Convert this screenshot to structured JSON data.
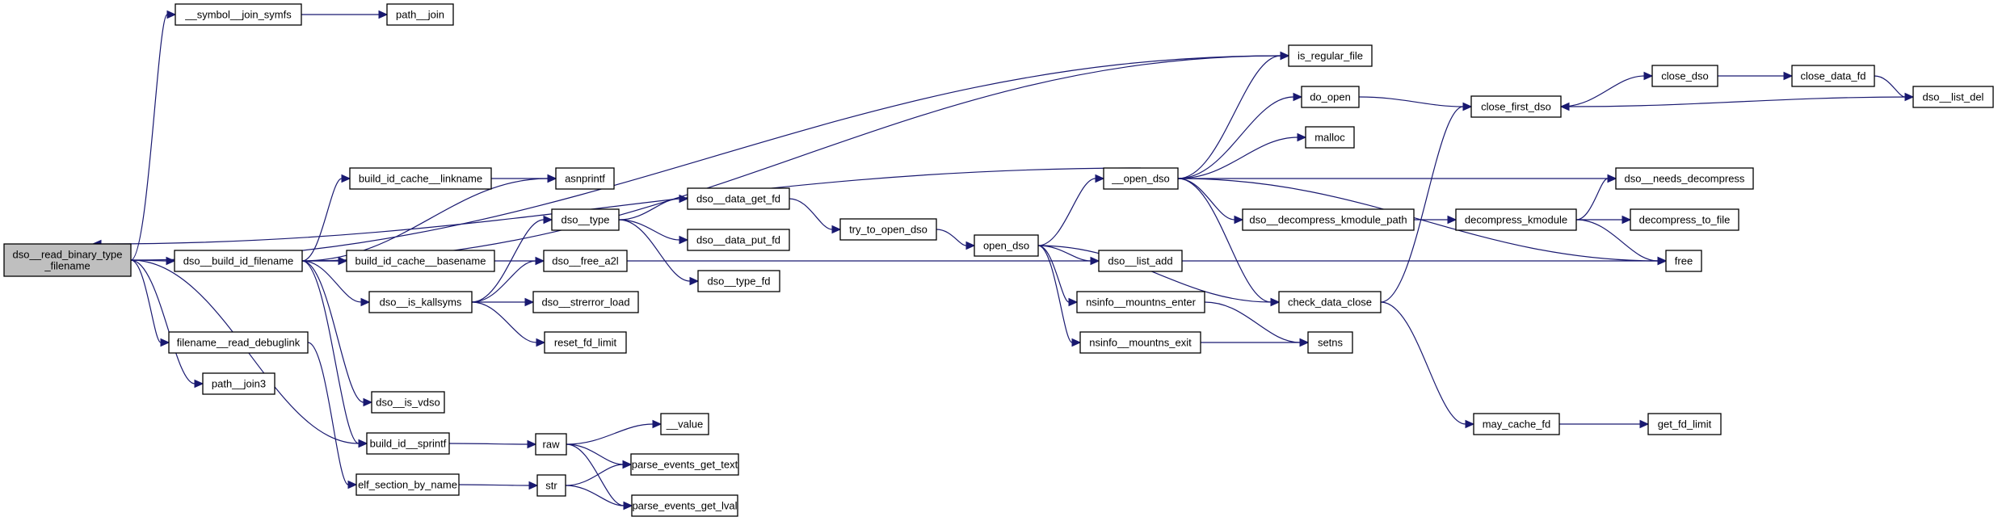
{
  "diagram": {
    "type": "call-graph",
    "root": "dso__read_binary_type_filename",
    "colors": {
      "edge": "#191970",
      "node_fill": "#ffffff",
      "root_fill": "#bfbfbf",
      "border": "#000000"
    },
    "nodes": [
      {
        "id": "root",
        "label_lines": [
          "dso__read_binary_type",
          "_filename"
        ]
      },
      {
        "id": "symbol_join_symfs",
        "label_lines": [
          "__symbol__join_symfs"
        ]
      },
      {
        "id": "path_join",
        "label_lines": [
          "path__join"
        ]
      },
      {
        "id": "dso_build_id_filename",
        "label_lines": [
          "dso__build_id_filename"
        ]
      },
      {
        "id": "filename_read_debuglink",
        "label_lines": [
          "filename__read_debuglink"
        ]
      },
      {
        "id": "path_join3",
        "label_lines": [
          "path__join3"
        ]
      },
      {
        "id": "build_id_cache_linkname",
        "label_lines": [
          "build_id_cache__linkname"
        ]
      },
      {
        "id": "asnprintf",
        "label_lines": [
          "asnprintf"
        ]
      },
      {
        "id": "build_id_cache_basename",
        "label_lines": [
          "build_id_cache__basename"
        ]
      },
      {
        "id": "dso_is_kallsyms",
        "label_lines": [
          "dso__is_kallsyms"
        ]
      },
      {
        "id": "dso_type",
        "label_lines": [
          "dso__type"
        ]
      },
      {
        "id": "dso_free_a2l",
        "label_lines": [
          "dso__free_a2l"
        ]
      },
      {
        "id": "dso_strerror_load",
        "label_lines": [
          "dso__strerror_load"
        ]
      },
      {
        "id": "reset_fd_limit",
        "label_lines": [
          "reset_fd_limit"
        ]
      },
      {
        "id": "dso_is_vdso",
        "label_lines": [
          "dso__is_vdso"
        ]
      },
      {
        "id": "build_id_sprintf",
        "label_lines": [
          "build_id__sprintf"
        ]
      },
      {
        "id": "elf_section_by_name",
        "label_lines": [
          "elf_section_by_name"
        ]
      },
      {
        "id": "raw",
        "label_lines": [
          "raw"
        ]
      },
      {
        "id": "str",
        "label_lines": [
          "str"
        ]
      },
      {
        "id": "value",
        "label_lines": [
          "__value"
        ]
      },
      {
        "id": "parse_events_get_text",
        "label_lines": [
          "parse_events_get_text"
        ]
      },
      {
        "id": "parse_events_get_lval",
        "label_lines": [
          "parse_events_get_lval"
        ]
      },
      {
        "id": "dso_data_get_fd",
        "label_lines": [
          "dso__data_get_fd"
        ]
      },
      {
        "id": "dso_data_put_fd",
        "label_lines": [
          "dso__data_put_fd"
        ]
      },
      {
        "id": "dso_type_fd",
        "label_lines": [
          "dso__type_fd"
        ]
      },
      {
        "id": "try_to_open_dso",
        "label_lines": [
          "try_to_open_dso"
        ]
      },
      {
        "id": "open_dso",
        "label_lines": [
          "open_dso"
        ]
      },
      {
        "id": "open_dso_inner",
        "label_lines": [
          "__open_dso"
        ]
      },
      {
        "id": "dso_list_add",
        "label_lines": [
          "dso__list_add"
        ]
      },
      {
        "id": "nsinfo_mountns_enter",
        "label_lines": [
          "nsinfo__mountns_enter"
        ]
      },
      {
        "id": "nsinfo_mountns_exit",
        "label_lines": [
          "nsinfo__mountns_exit"
        ]
      },
      {
        "id": "is_regular_file",
        "label_lines": [
          "is_regular_file"
        ]
      },
      {
        "id": "do_open",
        "label_lines": [
          "do_open"
        ]
      },
      {
        "id": "malloc",
        "label_lines": [
          "malloc"
        ]
      },
      {
        "id": "dso_decompress_kmodule_path",
        "label_lines": [
          "dso__decompress_kmodule_path"
        ]
      },
      {
        "id": "check_data_close",
        "label_lines": [
          "check_data_close"
        ]
      },
      {
        "id": "setns",
        "label_lines": [
          "setns"
        ]
      },
      {
        "id": "close_first_dso",
        "label_lines": [
          "close_first_dso"
        ]
      },
      {
        "id": "close_dso",
        "label_lines": [
          "close_dso"
        ]
      },
      {
        "id": "close_data_fd",
        "label_lines": [
          "close_data_fd"
        ]
      },
      {
        "id": "dso_list_del",
        "label_lines": [
          "dso__list_del"
        ]
      },
      {
        "id": "dso_needs_decompress",
        "label_lines": [
          "dso__needs_decompress"
        ]
      },
      {
        "id": "decompress_kmodule",
        "label_lines": [
          "decompress_kmodule"
        ]
      },
      {
        "id": "decompress_to_file",
        "label_lines": [
          "decompress_to_file"
        ]
      },
      {
        "id": "free",
        "label_lines": [
          "free"
        ]
      },
      {
        "id": "may_cache_fd",
        "label_lines": [
          "may_cache_fd"
        ]
      },
      {
        "id": "get_fd_limit",
        "label_lines": [
          "get_fd_limit"
        ]
      }
    ],
    "edges": [
      [
        "root",
        "symbol_join_symfs"
      ],
      [
        "symbol_join_symfs",
        "path_join"
      ],
      [
        "root",
        "is_regular_file"
      ],
      [
        "open_dso_inner",
        "root"
      ],
      [
        "root",
        "dso_build_id_filename"
      ],
      [
        "root",
        "filename_read_debuglink"
      ],
      [
        "root",
        "path_join3"
      ],
      [
        "root",
        "build_id_sprintf"
      ],
      [
        "dso_build_id_filename",
        "build_id_cache_linkname"
      ],
      [
        "dso_build_id_filename",
        "asnprintf"
      ],
      [
        "dso_build_id_filename",
        "build_id_cache_basename"
      ],
      [
        "dso_build_id_filename",
        "dso_is_kallsyms"
      ],
      [
        "dso_build_id_filename",
        "dso_is_vdso"
      ],
      [
        "dso_build_id_filename",
        "build_id_sprintf"
      ],
      [
        "dso_build_id_filename",
        "free"
      ],
      [
        "dso_build_id_filename",
        "is_regular_file"
      ],
      [
        "build_id_cache_linkname",
        "asnprintf"
      ],
      [
        "filename_read_debuglink",
        "elf_section_by_name"
      ],
      [
        "dso_is_kallsyms",
        "dso_type"
      ],
      [
        "dso_is_kallsyms",
        "dso_free_a2l"
      ],
      [
        "dso_is_kallsyms",
        "dso_strerror_load"
      ],
      [
        "dso_is_kallsyms",
        "reset_fd_limit"
      ],
      [
        "dso_type",
        "dso_data_get_fd"
      ],
      [
        "dso_type",
        "dso_data_put_fd"
      ],
      [
        "dso_type",
        "dso_type_fd"
      ],
      [
        "dso_data_get_fd",
        "try_to_open_dso"
      ],
      [
        "try_to_open_dso",
        "open_dso"
      ],
      [
        "open_dso",
        "open_dso_inner"
      ],
      [
        "open_dso",
        "dso_list_add"
      ],
      [
        "open_dso",
        "nsinfo_mountns_enter"
      ],
      [
        "open_dso",
        "nsinfo_mountns_exit"
      ],
      [
        "open_dso",
        "check_data_close"
      ],
      [
        "nsinfo_mountns_enter",
        "setns"
      ],
      [
        "nsinfo_mountns_exit",
        "setns"
      ],
      [
        "open_dso_inner",
        "is_regular_file"
      ],
      [
        "open_dso_inner",
        "do_open"
      ],
      [
        "open_dso_inner",
        "malloc"
      ],
      [
        "open_dso_inner",
        "dso_needs_decompress"
      ],
      [
        "open_dso_inner",
        "dso_decompress_kmodule_path"
      ],
      [
        "open_dso_inner",
        "check_data_close"
      ],
      [
        "open_dso_inner",
        "free"
      ],
      [
        "do_open",
        "close_first_dso"
      ],
      [
        "check_data_close",
        "close_first_dso"
      ],
      [
        "check_data_close",
        "may_cache_fd"
      ],
      [
        "close_first_dso",
        "close_dso"
      ],
      [
        "close_dso",
        "close_data_fd"
      ],
      [
        "close_data_fd",
        "dso_list_del"
      ],
      [
        "dso_list_del",
        "close_first_dso"
      ],
      [
        "dso_decompress_kmodule_path",
        "decompress_kmodule"
      ],
      [
        "decompress_kmodule",
        "dso_needs_decompress"
      ],
      [
        "decompress_kmodule",
        "decompress_to_file"
      ],
      [
        "decompress_kmodule",
        "free"
      ],
      [
        "build_id_sprintf",
        "raw"
      ],
      [
        "elf_section_by_name",
        "str"
      ],
      [
        "raw",
        "value"
      ],
      [
        "raw",
        "parse_events_get_text"
      ],
      [
        "raw",
        "parse_events_get_lval"
      ],
      [
        "str",
        "parse_events_get_text"
      ],
      [
        "str",
        "parse_events_get_lval"
      ],
      [
        "may_cache_fd",
        "get_fd_limit"
      ]
    ]
  }
}
